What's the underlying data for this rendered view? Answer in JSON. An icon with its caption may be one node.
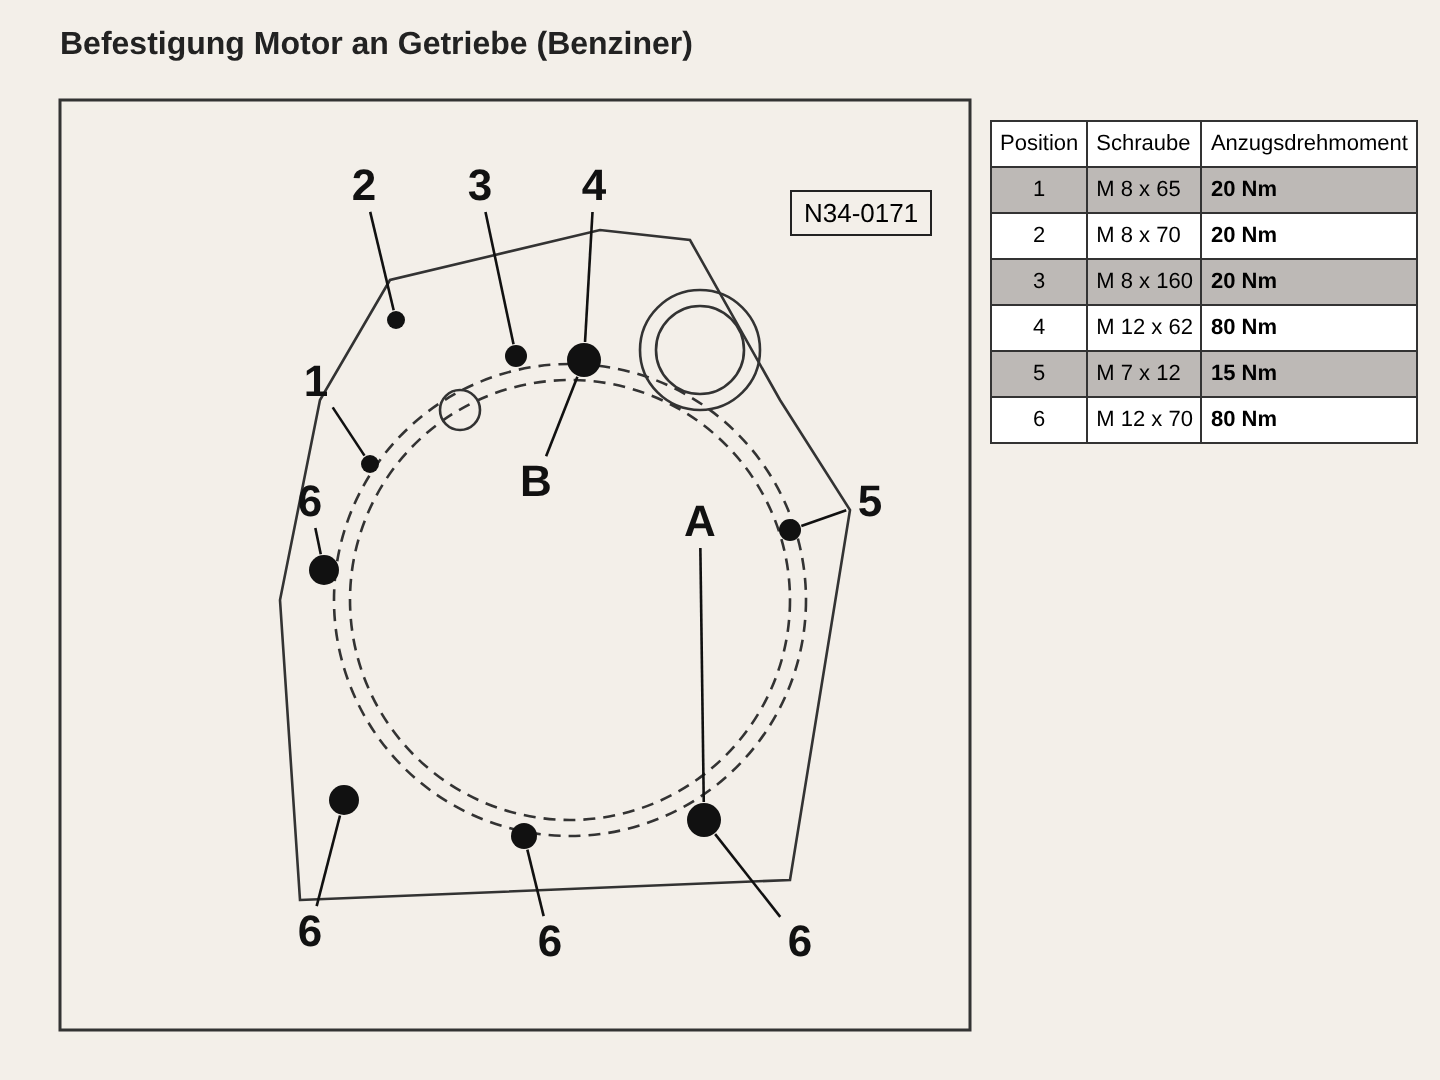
{
  "diagram": {
    "title": "Befestigung Motor an Getriebe (Benziner)",
    "nodes": [
      {
        "text": [
          "6"
        ]
      },
      {
        "text": [
          "6"
        ]
      },
      {
        "text": [
          "6"
        ]
      },
      {
        "text": [
          "A"
        ]
      },
      {
        "text": [
          "6"
        ]
      },
      {
        "text": [
          "1"
        ]
      },
      {
        "text": [
          "2"
        ]
      },
      {
        "text": [
          "3"
        ]
      },
      {
        "text": [
          "4"
        ]
      },
      {
        "text": [
          "B"
        ]
      },
      {
        "text": [
          "5"
        ]
      },
      {
        "text": [],
        "shape": "circle"
      },
      {
        "text": [],
        "shape": "circle"
      },
      {
        "text": [],
        "shape": "circle"
      },
      {
        "text": [],
        "shape": "circle"
      },
      {
        "text": [],
        "shape": "circle"
      },
      {
        "text": [],
        "shape": "circle"
      },
      {
        "text": [],
        "shape": "circle"
      },
      {
        "text": [],
        "shape": "circle"
      },
      {
        "text": [],
        "shape": "circle"
      }
    ],
    "edges": [
      {
        "from": 0,
        "to": 11,
        "arrow": "none"
      },
      {
        "from": 1,
        "to": 12,
        "arrow": "none"
      },
      {
        "from": 2,
        "to": 13,
        "arrow": "none"
      },
      {
        "from": 3,
        "to": 13,
        "arrow": "none"
      },
      {
        "from": 4,
        "to": 14,
        "arrow": "none"
      },
      {
        "from": 5,
        "to": 15,
        "arrow": "none"
      },
      {
        "from": 6,
        "to": 16,
        "arrow": "none"
      },
      {
        "from": 7,
        "to": 17,
        "arrow": "none"
      },
      {
        "from": 8,
        "to": 18,
        "arrow": "none"
      },
      {
        "from": 9,
        "to": 18,
        "arrow": "none"
      },
      {
        "from": 10,
        "to": 19,
        "arrow": "none"
      }
    ],
    "labels": [
      "N34-0171",
      "Position",
      "Schraube",
      "Anzugsdrehmoment",
      "1",
      "M 8 x 65",
      "20 Nm",
      "2",
      "M 8 x 70",
      "20 Nm",
      "3",
      "M 8 x 160",
      "20 Nm",
      "4",
      "M 12 x 62",
      "80 Nm",
      "5",
      "M 7 x 12",
      "15 Nm",
      "6",
      "M 12 x 70",
      "80 Nm"
    ]
  }
}
